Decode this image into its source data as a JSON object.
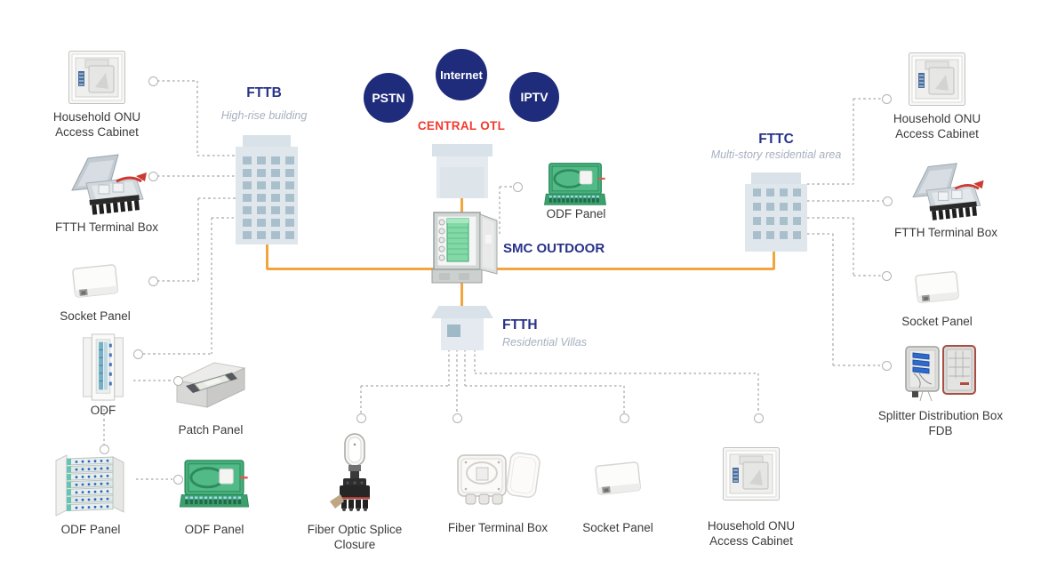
{
  "colors": {
    "navy_circle": "#1F2C7C",
    "zone_title_navy": "#283389",
    "central_red": "#F3392E",
    "fiber_orange": "#F2A43E",
    "dashed_gray": "#C7C7C7",
    "building_fill": "#DFE7ED",
    "window_fill": "#A9C0CC",
    "device_label": "#3B3B3B",
    "subtitle_gray": "#A6B0BF"
  },
  "services": {
    "pstn": "PSTN",
    "internet": "Internet",
    "iptv": "IPTV"
  },
  "central": {
    "label": "CENTRAL OTL"
  },
  "smc": {
    "label": "SMC OUTDOOR"
  },
  "odf_panel_center": {
    "label": "ODF Panel"
  },
  "zones": {
    "fttb": {
      "title": "FTTB",
      "subtitle": "High-rise building"
    },
    "fttc": {
      "title": "FTTC",
      "subtitle": "Multi-story residential area"
    },
    "ftth": {
      "title": "FTTH",
      "subtitle": "Residential Villas"
    }
  },
  "devices": {
    "left_onu": {
      "label": "Household ONU Access Cabinet"
    },
    "left_ftth_terminal_box": {
      "label": "FTTH Terminal Box"
    },
    "left_socket_panel": {
      "label": "Socket Panel"
    },
    "odf": {
      "label": "ODF"
    },
    "patch_panel": {
      "label": "Patch Panel"
    },
    "odf_panel_rack": {
      "label": "ODF Panel"
    },
    "odf_panel_left": {
      "label": "ODF Panel"
    },
    "splice_closure": {
      "label": "Fiber Optic Splice Closure"
    },
    "fiber_terminal_box": {
      "label": "Fiber Terminal Box"
    },
    "bottom_socket_panel": {
      "label": "Socket Panel"
    },
    "bottom_onu": {
      "label": "Household ONU Access Cabinet"
    },
    "right_onu": {
      "label": "Household ONU Access Cabinet"
    },
    "right_ftth_terminal_box": {
      "label": "FTTH Terminal Box"
    },
    "right_socket_panel": {
      "label": "Socket Panel"
    },
    "splitter_fdb": {
      "label": "Splitter Distribution Box FDB"
    }
  }
}
